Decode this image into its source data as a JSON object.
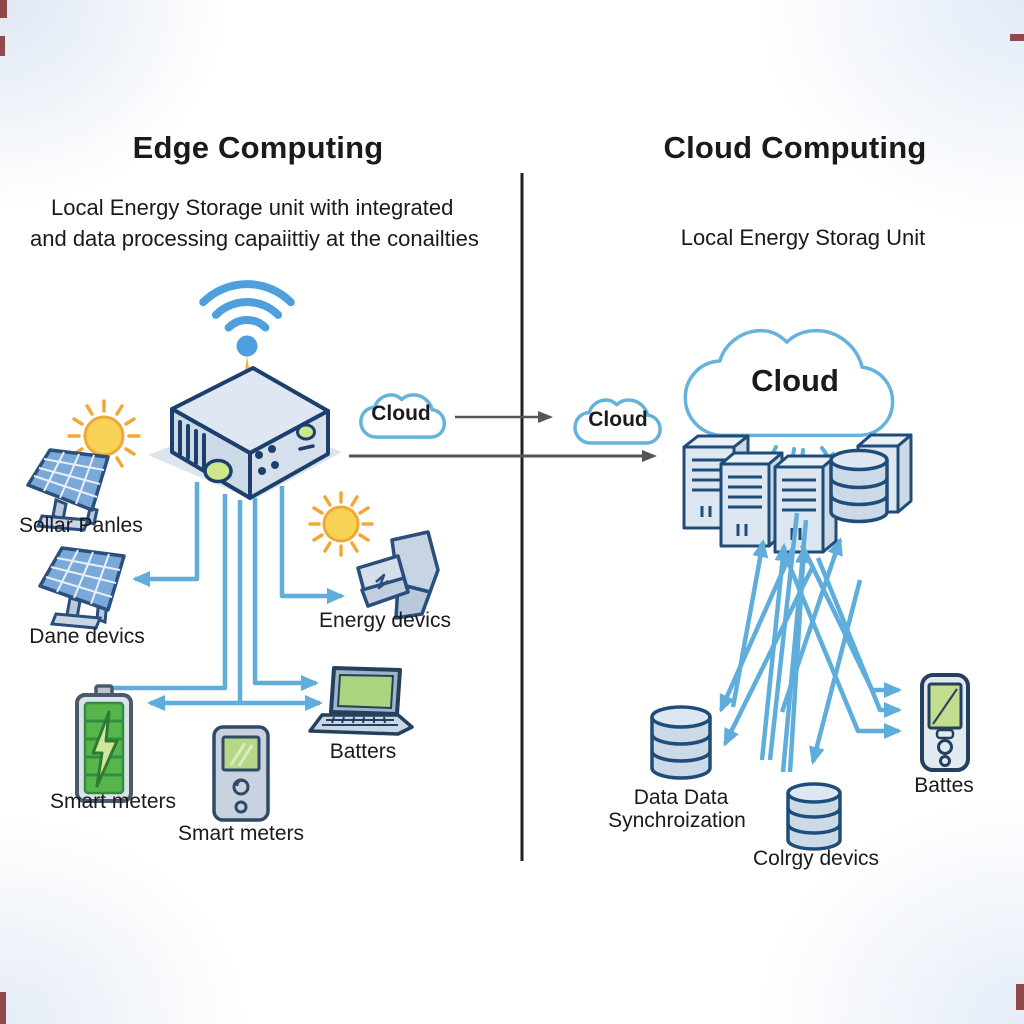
{
  "left": {
    "title": "Edge Computing",
    "subtitle_line1": "Local Energy Storage unit with integrated",
    "subtitle_line2": "and data processing capaiittiy at the conailties",
    "cloud_small_label": "Cloud",
    "labels": {
      "solar_panels": "Sollar Panles",
      "data_devices": "Dane devics",
      "energy_devices": "Energy devics",
      "laptop": "Batters",
      "smart_meter_1": "Smart meters",
      "smart_meter_2": "Smart meters"
    }
  },
  "right": {
    "title": "Cloud Computing",
    "subtitle": "Local Energy Storag Unit",
    "cloud_small_label": "Cloud",
    "cloud_big_label": "Cloud",
    "labels": {
      "data_sync_line1": "Data Data",
      "data_sync_line2": "Synchroization",
      "energy_devices": "Colrgy devics",
      "mobile_meter": "Battes"
    }
  },
  "icons": {
    "wifi-icon": "wifi-arcs-with-dot",
    "edge-device-icon": "isometric-gateway-box",
    "sun-icon": "sun-with-rays",
    "solar-panel-icon": "tilted-solar-panel",
    "energy-device-icon": "abstract-3d-device",
    "battery-icon": "green-battery-with-bolt",
    "smart-meter-icon": "handheld-meter",
    "laptop-icon": "laptop-green-screen",
    "cloud-icon": "cloud-outline",
    "server-cluster-icon": "server-towers-and-database",
    "database-icon": "database-cylinder",
    "mobile-device-icon": "handheld-device-green-screen"
  },
  "colors": {
    "arrow_blue": "#5fadda",
    "arrow_gray": "#555555",
    "outline_navy": "#1d4470",
    "device_fill": "#d7e1ec",
    "cloud_stroke": "#66b2dc",
    "battery_green": "#57b54c",
    "screen_green": "#b5d787",
    "sun_yellow": "#f8d157",
    "beam_orange": "#f4ad4e",
    "divider": "#222222"
  }
}
